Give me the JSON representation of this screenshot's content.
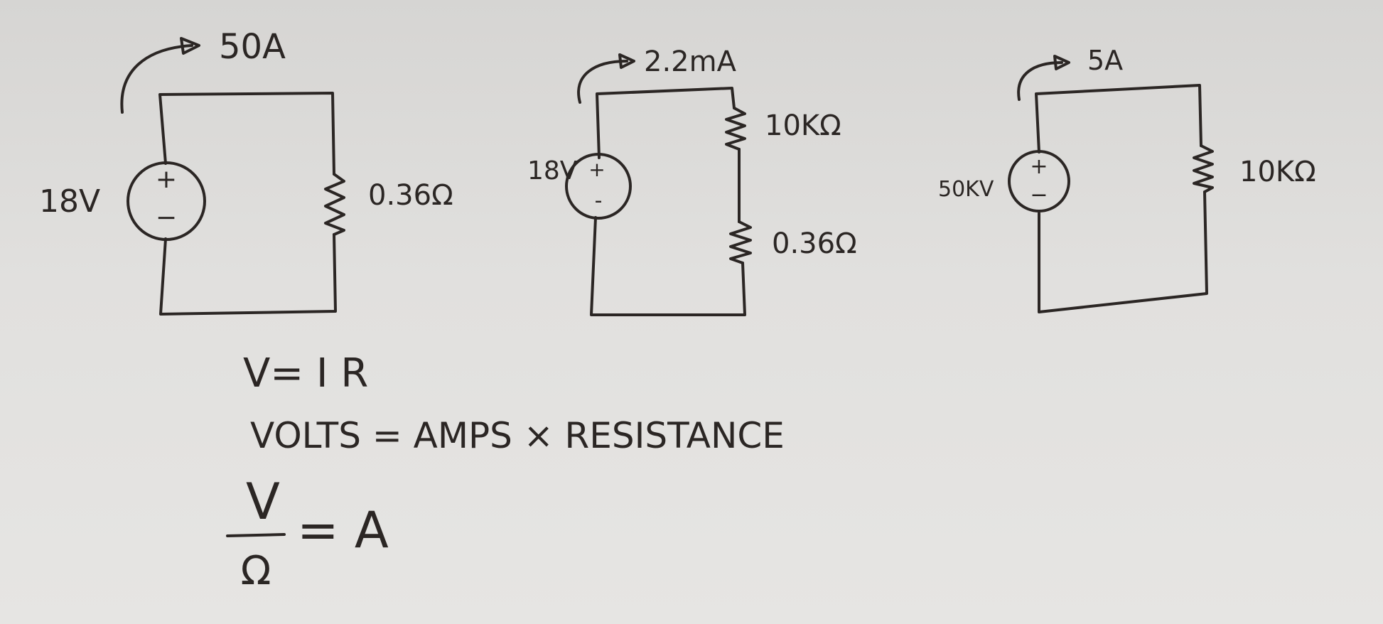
{
  "circuits": [
    {
      "current": "50A",
      "source_voltage": "18V",
      "source_plus": "+",
      "source_minus": "−",
      "resistors": [
        "0.36Ω"
      ]
    },
    {
      "current": "2.2mA",
      "source_voltage": "18V",
      "source_plus": "+",
      "source_minus": "-",
      "resistors": [
        "10KΩ",
        "0.36Ω"
      ]
    },
    {
      "current": "5A",
      "source_voltage": "50KV",
      "source_plus": "+",
      "source_minus": "−",
      "resistors": [
        "10KΩ"
      ]
    }
  ],
  "formulas": {
    "ohms_law": "V= I R",
    "words": "VOLTS = AMPS × RESISTANCE",
    "fraction_numerator": "V",
    "fraction_denominator": "Ω",
    "fraction_result": "= A"
  },
  "colors": {
    "ink": "#2b2624",
    "paper": "#dcdbd9"
  }
}
